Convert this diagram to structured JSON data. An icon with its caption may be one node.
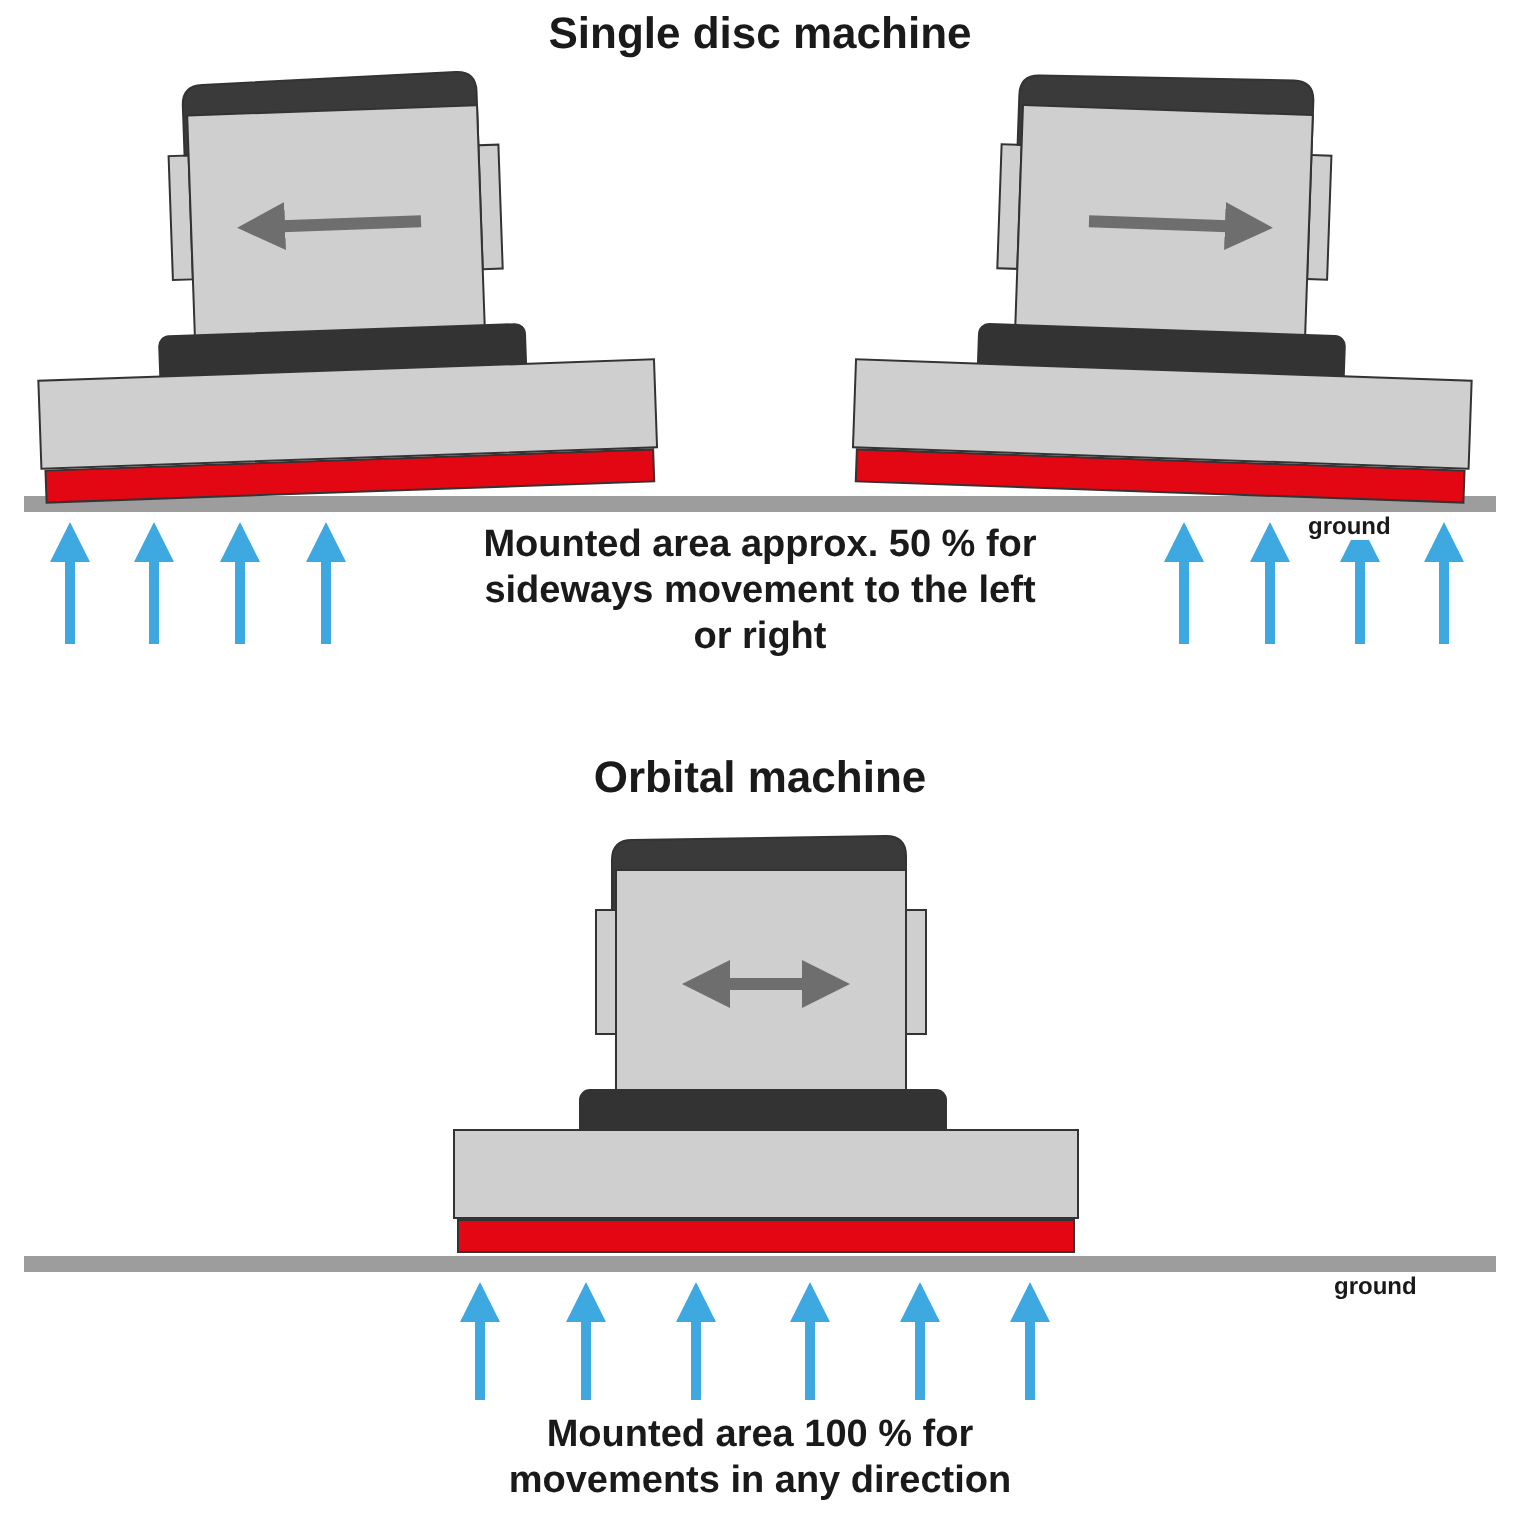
{
  "diagram": {
    "labels": [
      "Single disc machine",
      "ground",
      "Mounted area approx. 50 % for sideways movement to the left or right",
      "Orbital machine",
      "ground",
      "Mounted area 100 % for movements in any direction"
    ]
  }
}
